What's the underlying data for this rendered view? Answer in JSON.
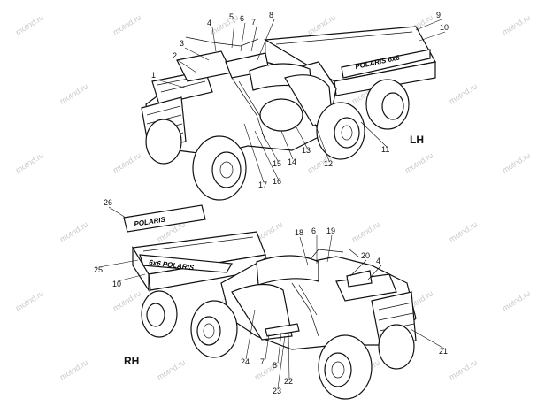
{
  "views": {
    "lh": {
      "side_label": "LH",
      "decal_text": "POLARIS 6x6"
    },
    "rh": {
      "side_label": "RH",
      "decal_text": "6x6 POLARIS"
    }
  },
  "decal_26_text": "POLARIS",
  "watermark": "motod.ru",
  "callouts_lh": [
    "1",
    "2",
    "3",
    "4",
    "5",
    "6",
    "7",
    "8",
    "9",
    "10",
    "11",
    "12",
    "13",
    "14",
    "15",
    "16",
    "17"
  ],
  "callouts_rh": [
    "26",
    "25",
    "10",
    "18",
    "6",
    "19",
    "20",
    "4",
    "21",
    "24",
    "7",
    "8",
    "22",
    "23"
  ]
}
